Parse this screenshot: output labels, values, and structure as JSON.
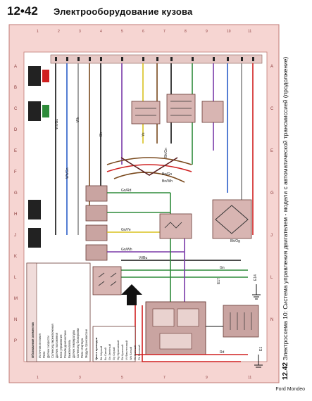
{
  "header": {
    "page_number": "12•42",
    "title": "Электрооборудование кузова"
  },
  "caption": {
    "number": "12.42",
    "text": "Электросхема 10: Система управления двигателем - модели с автоматической трансмиссией (продолжение)"
  },
  "footer": {
    "brand": "Ford Mondeo"
  },
  "legend": {
    "title": "Обозначения элементов",
    "items": [
      "Источник питания",
      "Реле",
      "Датчик скорости",
      "Соленоид переключения",
      "Датчик положения",
      "Блок управления",
      "Разъём диагностики",
      "Выключатель",
      "Датчик температуры",
      "Соленоид блокировки",
      "Реле стартера",
      "Модуль трансмиссии"
    ]
  },
  "color_key": {
    "title": "Цвета проводов",
    "items": [
      "Bk Чёрный",
      "Bu Синий",
      "Gn Зелёный",
      "Gy Серый",
      "Og Оранжевый",
      "Rd Красный",
      "Vt Фиолетовый",
      "Wh Белый",
      "Ye Жёлтый",
      "Pk Розовый"
    ]
  },
  "wire_labels": {
    "wh_bu": "Wh/Bu",
    "wh_gn": "Wh/Gn",
    "bk_og": "Bk/Og",
    "bk_gn": "Bk/Gn",
    "bn_gn": "Bn/Gn",
    "bn_wh": "Bn/Wh",
    "gn_rd": "Gn/Rd",
    "gn_ye": "Gn/Ye",
    "gn_wh": "Gn/Wh",
    "gn": "Gn",
    "vt_bu": "Vt/Bu",
    "rd": "Rd",
    "wh": "Wh",
    "ye": "Ye",
    "bk": "Bk"
  },
  "markers": {
    "e_14": "E14",
    "e_17": "E17",
    "e_1": "E1",
    "r_1": "E1"
  },
  "colors": {
    "frame": "#e3a7a2",
    "grid_text": "#8a3a3a",
    "green": "#2e8b3a",
    "red": "#d02020",
    "violet": "#7a3aa8",
    "blue": "#2a5dc8",
    "yellow": "#d9c21f",
    "brown": "#7a4a1e",
    "black": "#111111",
    "gray": "#8a8a8a",
    "pink": "#e08aa0",
    "component": "#c9a4a1"
  }
}
